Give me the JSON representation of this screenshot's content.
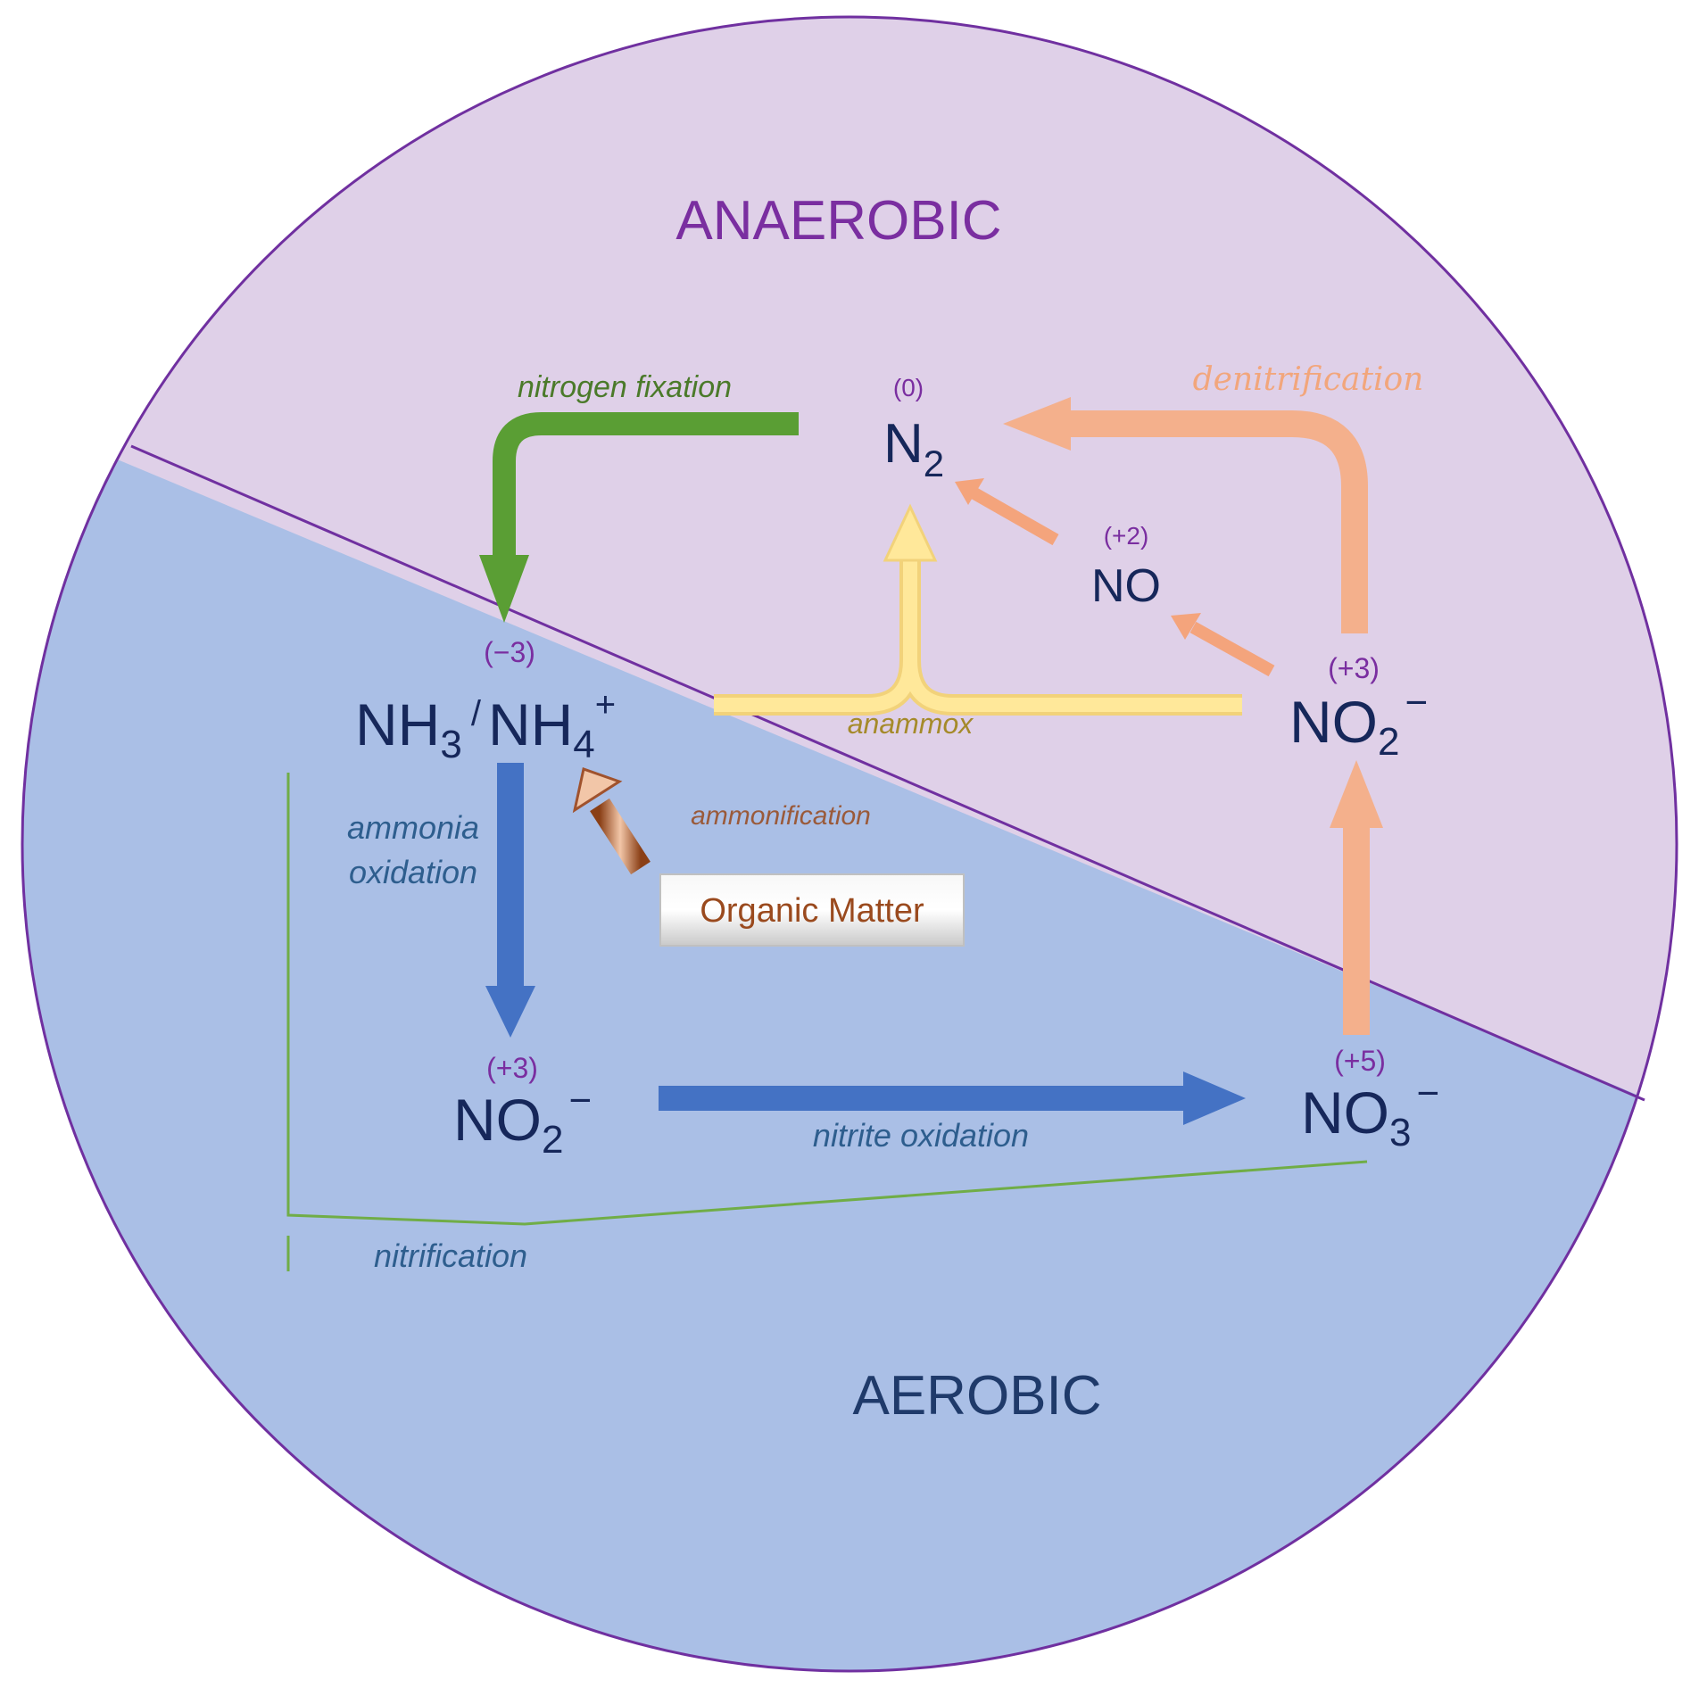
{
  "zones": {
    "anaerobic": "ANAEROBIC",
    "aerobic": "AEROBIC"
  },
  "colors": {
    "anaerobic_fill": "#dfd0e8",
    "aerobic_fill": "#aabfe6",
    "boundary_line": "#7030a0",
    "zone_label_anaerobic": "#7a2ea0",
    "zone_label_aerobic": "#1f3a6a",
    "species_text": "#16275a",
    "oxidation_state": "#7a2ea0",
    "fixation_arrow": "#5a9e34",
    "nitrification_arrow": "#4472c4",
    "denitrification_arrow": "#f4b08c",
    "anammox_arrow": "#ffe38c",
    "ammonification_arrow": "#a0522d",
    "bracket_line": "#70ad47"
  },
  "species": {
    "n2": {
      "base": "N",
      "sub": "2",
      "sup": "",
      "ox": "(0)"
    },
    "no": {
      "base": "NO",
      "sub": "",
      "sup": "",
      "ox": "(+2)"
    },
    "nh": {
      "base1": "NH",
      "sub1": "3",
      "sep": "/",
      "base2": "NH",
      "sub2": "4",
      "sup2": "+",
      "ox": "(−3)"
    },
    "no2_right": {
      "base": "NO",
      "sub": "2",
      "sup": "−",
      "ox": "(+3)"
    },
    "no2_left": {
      "base": "NO",
      "sub": "2",
      "sup": "−",
      "ox": "(+3)"
    },
    "no3": {
      "base": "NO",
      "sub": "3",
      "sup": "−",
      "ox": "(+5)"
    }
  },
  "processes": {
    "nitrogen_fixation": "nitrogen fixation",
    "denitrification": "denitrification",
    "anammox": "anammox",
    "ammonia_oxidation_line1": "ammonia",
    "ammonia_oxidation_line2": "oxidation",
    "ammonification": "ammonification",
    "nitrite_oxidation": "nitrite oxidation",
    "nitrification": "nitrification"
  },
  "organic_matter": "Organic Matter"
}
